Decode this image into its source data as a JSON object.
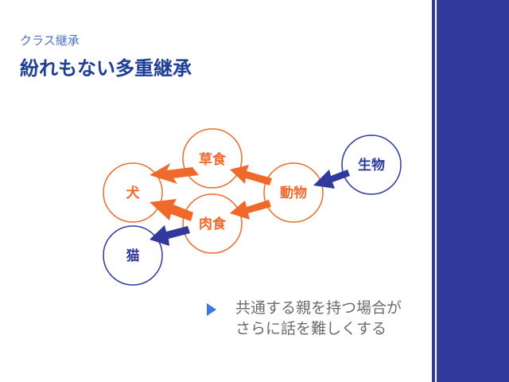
{
  "header": {
    "subtitle": "クラス継承",
    "title": "紛れもない多重継承"
  },
  "diagram": {
    "nodes": {
      "inu": "犬",
      "sousyoku": "草食",
      "nikusyoku": "肉食",
      "doubutsu": "動物",
      "seibutsu": "生物",
      "neko": "猫"
    }
  },
  "bullet": {
    "line1": "共通する親を持つ場合が",
    "line2": "さらに話を難しくする"
  },
  "colors": {
    "orange": "#ef6a2a",
    "navy": "#2f3a9c",
    "title_blue": "#1f3f96",
    "subtitle_blue": "#4a72c8",
    "bullet_blue": "#3f78d8",
    "text_gray": "#6b6b6b"
  }
}
